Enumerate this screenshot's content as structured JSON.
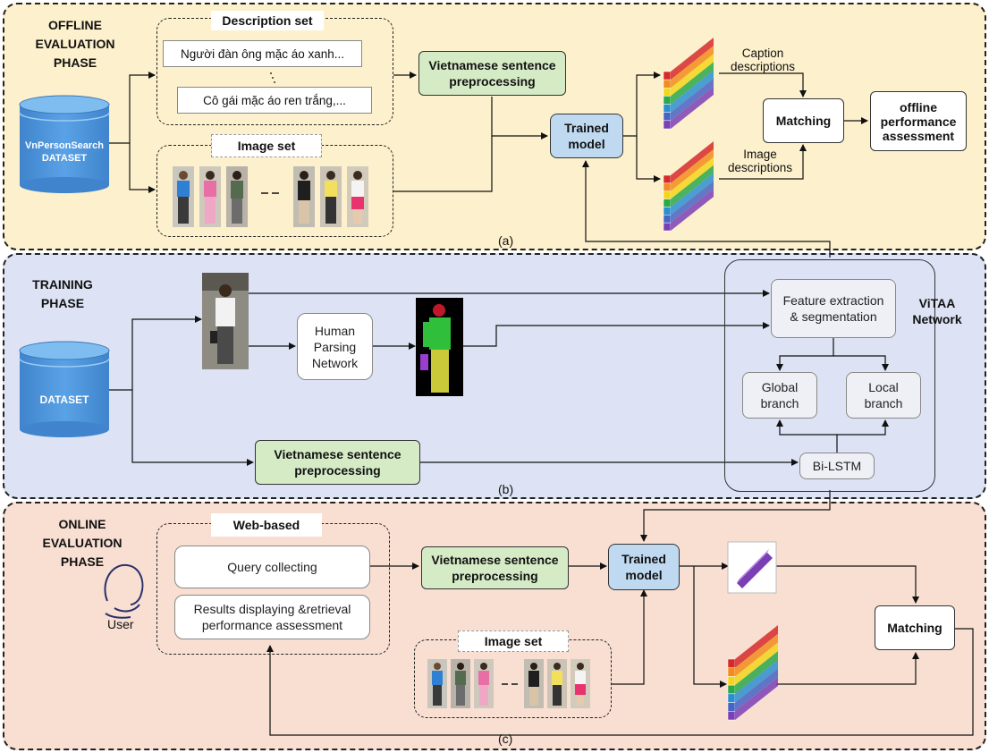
{
  "panel_a": {
    "phase": "OFFLINE\nEVALUATION\nPHASE",
    "dataset_name": "VnPersonSearch",
    "dataset_sub": "DATASET",
    "description_set_title": "Description set",
    "desc_1": "Người đàn ông mặc áo xanh...",
    "desc_2": "Cô gái mặc áo ren trắng,...",
    "image_set_title": "Image set",
    "preprocessing": "Vietnamese sentence\npreprocessing",
    "trained_model": "Trained\nmodel",
    "caption_label": "Caption\ndescriptions",
    "image_label": "Image\ndescriptions",
    "matching": "Matching",
    "performance": "offline\nperformance\nassessment",
    "caption": "(a)"
  },
  "panel_b": {
    "phase": "TRAINING\nPHASE",
    "dataset": "DATASET",
    "human_parsing": "Human\nParsing\nNetwork",
    "feature": "Feature extraction\n& segmentation",
    "network": "ViTAA\nNetwork",
    "global_branch": "Global\nbranch",
    "local_branch": "Local\nbranch",
    "bilstm": "Bi-LSTM",
    "preprocessing": "Vietnamese sentence\npreprocessing",
    "caption": "(b)"
  },
  "panel_c": {
    "phase": "ONLINE\nEVALUATION\nPHASE",
    "web_title": "Web-based",
    "query": "Query collecting",
    "results": "Results displaying &retrieval\nperformance assessment",
    "user": "User",
    "preprocessing": "Vietnamese sentence\npreprocessing",
    "trained_model": "Trained\nmodel",
    "image_set_title": "Image set",
    "matching": "Matching",
    "caption": "(c)"
  },
  "colors": {
    "panel_a": "#fdf0cc",
    "panel_b": "#dde3f4",
    "panel_c": "#f8dfd2",
    "green_box": "#d5ebc6",
    "blue_box": "#bfd9f1",
    "database": "#4a90d6",
    "feature_stripes": [
      "#7b3fb5",
      "#4763c4",
      "#2a8fd0",
      "#2aa84a",
      "#f2d51c",
      "#f28c1c",
      "#d62a2a"
    ]
  }
}
